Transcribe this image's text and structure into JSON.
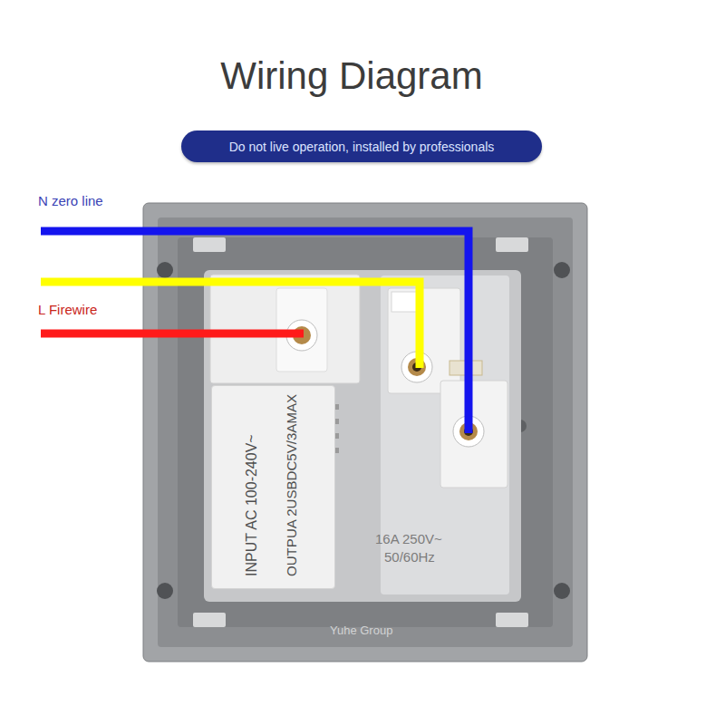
{
  "diagram": {
    "title": "Wiring Diagram",
    "nodes": [
      {
        "text": [
          "Do not live operation, installed by professionals"
        ]
      },
      {
        "text": [
          "INPUT AC 100-240V~",
          "OUTPUA 2USBDC5V/3AMAX"
        ]
      }
    ],
    "labels": [
      "N zero line",
      "L Firewire",
      "16A 250V~",
      "50/60Hz",
      "Yuhe Group"
    ]
  }
}
